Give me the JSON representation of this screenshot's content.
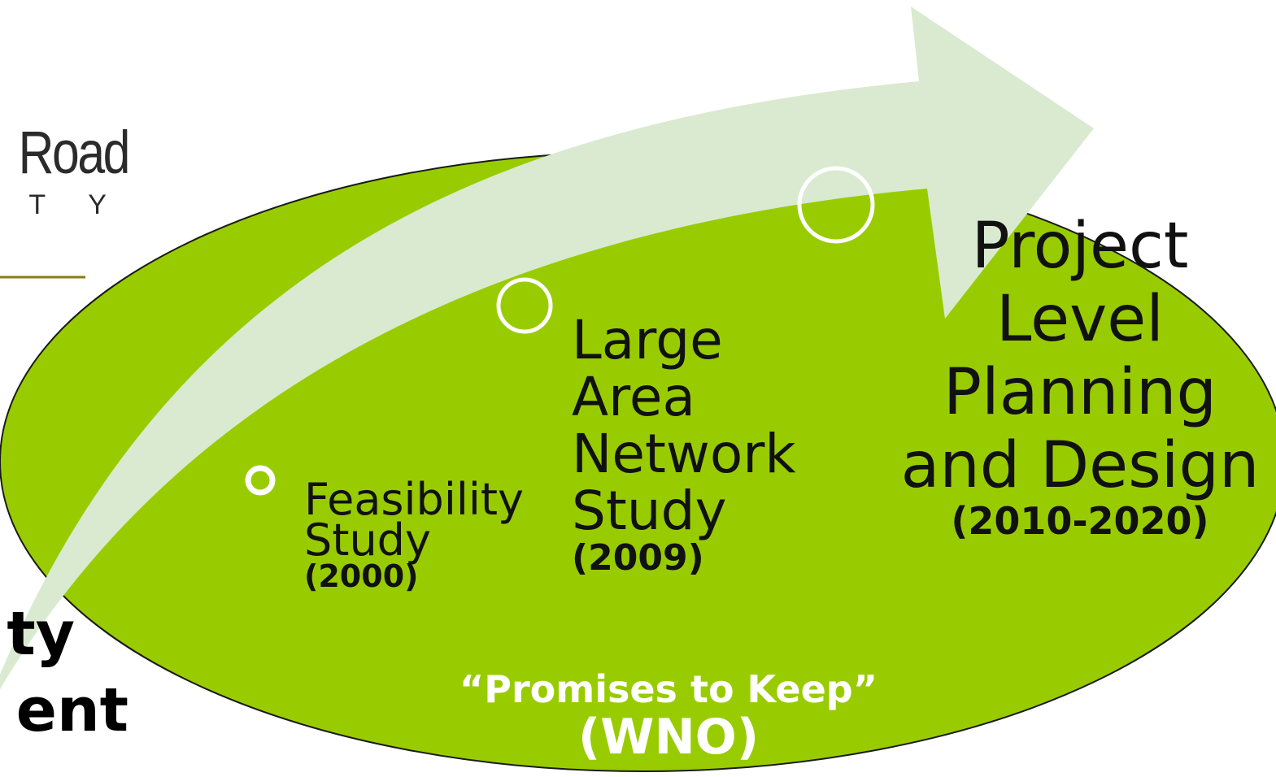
{
  "logo": {
    "wordmark": "Road",
    "tagline": "R I T Y"
  },
  "side_text": {
    "line_1": "ty",
    "line_2": "ent"
  },
  "stages": [
    {
      "label": "Feasibility Study",
      "year": "(2000)"
    },
    {
      "label": "Large Area Network Study",
      "year": "(2009)"
    },
    {
      "label": "Project Level Planning and Design",
      "year": "(2010-2020)"
    }
  ],
  "promise": {
    "title": "“Promises to Keep”",
    "subtitle": "(WNO)"
  },
  "colors": {
    "ellipse_fill": "#99cc00",
    "arrow_fill": "#d9ead0",
    "circle_stroke": "#ffffff",
    "rule_line": "#8a7d12",
    "text": "#111111",
    "promise_text": "#ffffff"
  }
}
